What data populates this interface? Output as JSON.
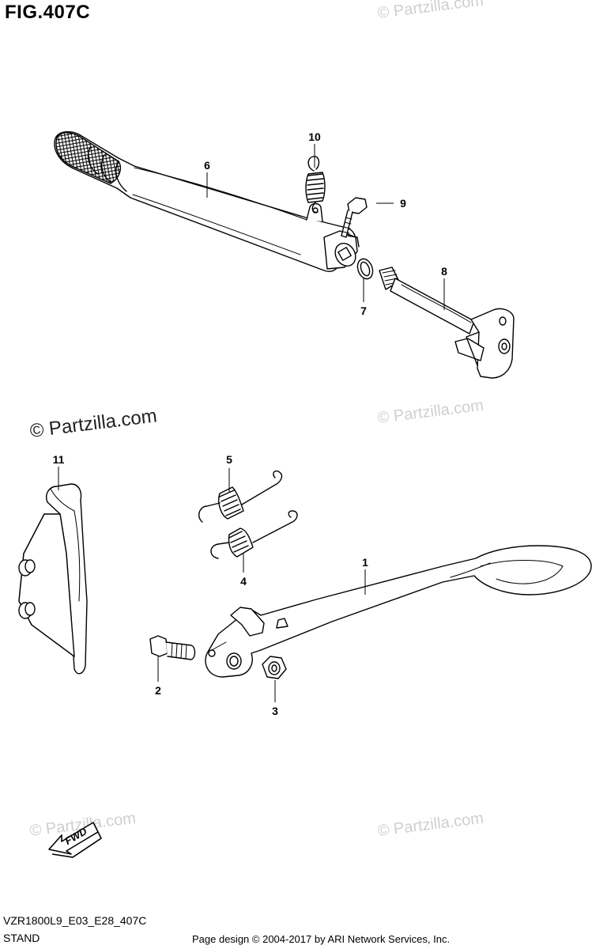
{
  "figure": {
    "title": "FIG.407C",
    "code": "VZR1800L9_E03_E28_407C",
    "name": "STAND"
  },
  "footer": {
    "copyright": "Page design © 2004-2017 by ARI Network Services, Inc."
  },
  "watermarks": {
    "light": "© Partzilla.com",
    "dark": "© Partzilla.com"
  },
  "direction": {
    "label": "FWD"
  },
  "callouts": [
    {
      "id": "1",
      "label": "1"
    },
    {
      "id": "2",
      "label": "2"
    },
    {
      "id": "3",
      "label": "3"
    },
    {
      "id": "4",
      "label": "4"
    },
    {
      "id": "5",
      "label": "5"
    },
    {
      "id": "6",
      "label": "6"
    },
    {
      "id": "7",
      "label": "7"
    },
    {
      "id": "8",
      "label": "8"
    },
    {
      "id": "9",
      "label": "9"
    },
    {
      "id": "10",
      "label": "10"
    },
    {
      "id": "11",
      "label": "11"
    }
  ],
  "colors": {
    "line": "#000000",
    "watermark": "#cfcfcf"
  }
}
